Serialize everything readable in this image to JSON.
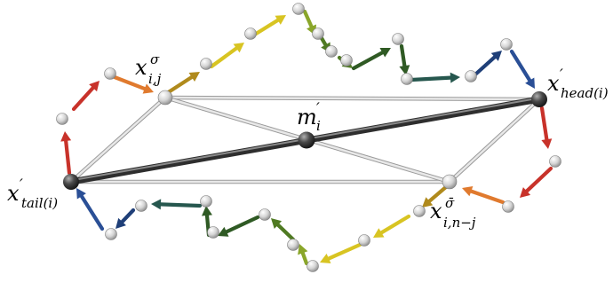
{
  "labels": {
    "tail": {
      "main": "x",
      "prime": "′",
      "sub": "tail(i)"
    },
    "head": {
      "main": "x",
      "prime": "′",
      "sub": "head(i)"
    },
    "mid": {
      "main": "m",
      "prime": "′",
      "sub": "i"
    },
    "upper": {
      "main": "x",
      "sup": "σ",
      "sub": "i,j"
    },
    "lower": {
      "main": "x",
      "sup": "σ̄",
      "sub": "i,n−j"
    }
  },
  "colors": {
    "bead": "#d6d6d6",
    "node": "#3a3a3a",
    "spoke": "#c4c4c4",
    "axis": "#5a5a5a",
    "arrow_red": "#c8322a",
    "arrow_orange": "#e07a2e",
    "arrow_olive": "#b08a1c",
    "arrow_yellow": "#d8c422",
    "arrow_lime": "#8aa62a",
    "arrow_green": "#4f7a22",
    "arrow_darkgreen": "#2f5a24",
    "arrow_teal": "#26574e",
    "arrow_navy": "#1f3f78",
    "arrow_blue": "#2a4f96"
  }
}
